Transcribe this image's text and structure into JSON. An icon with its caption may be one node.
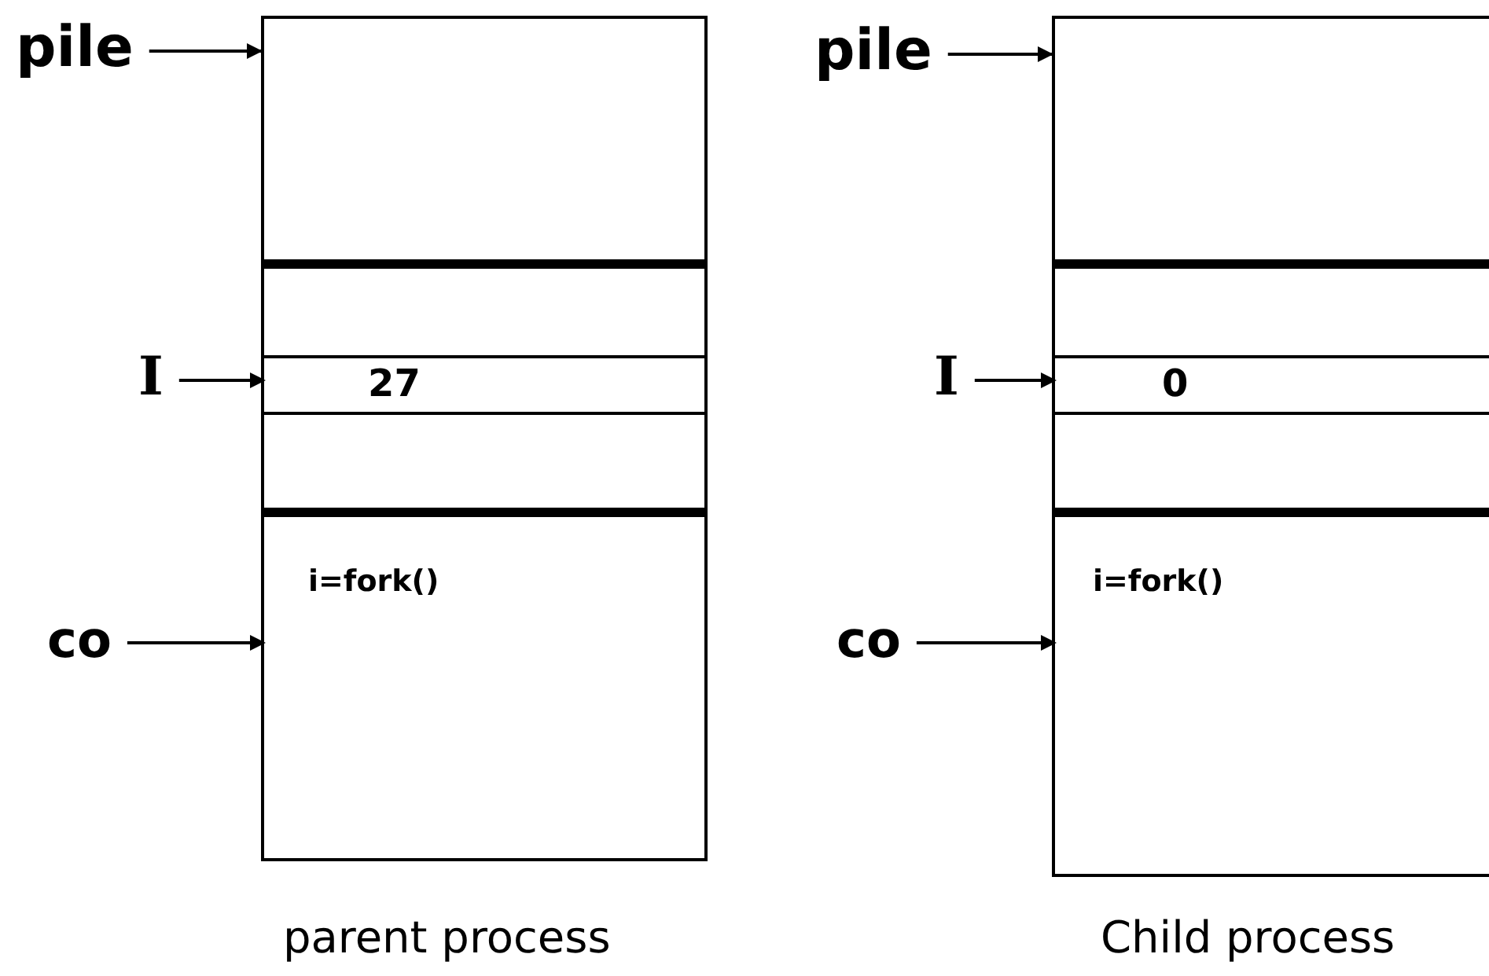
{
  "diagram": {
    "nodes": [
      {
        "text": [],
        "shape": "box",
        "beside": [
          "parent process"
        ]
      },
      {
        "text": [
          "27"
        ],
        "in": 0
      },
      {
        "text": [
          "i=fork()"
        ],
        "in": 0
      },
      {
        "text": [
          "pile"
        ]
      },
      {
        "text": [
          "I"
        ]
      },
      {
        "text": [
          "co"
        ]
      },
      {
        "text": [],
        "shape": "box",
        "beside": [
          "Child process"
        ]
      },
      {
        "text": [
          "0"
        ],
        "in": 6
      },
      {
        "text": [
          "i=fork()"
        ],
        "in": 6
      },
      {
        "text": [
          "pile"
        ]
      },
      {
        "text": [
          "I"
        ]
      },
      {
        "text": [
          "co"
        ]
      }
    ],
    "edges": [
      {
        "from": 3,
        "to": 0,
        "arrow": "to"
      },
      {
        "from": 4,
        "to": 1,
        "arrow": "to"
      },
      {
        "from": 5,
        "to": 2,
        "arrow": "to"
      },
      {
        "from": 9,
        "to": 6,
        "arrow": "to"
      },
      {
        "from": 10,
        "to": 7,
        "arrow": "to"
      },
      {
        "from": 11,
        "to": 8,
        "arrow": "to"
      }
    ]
  }
}
